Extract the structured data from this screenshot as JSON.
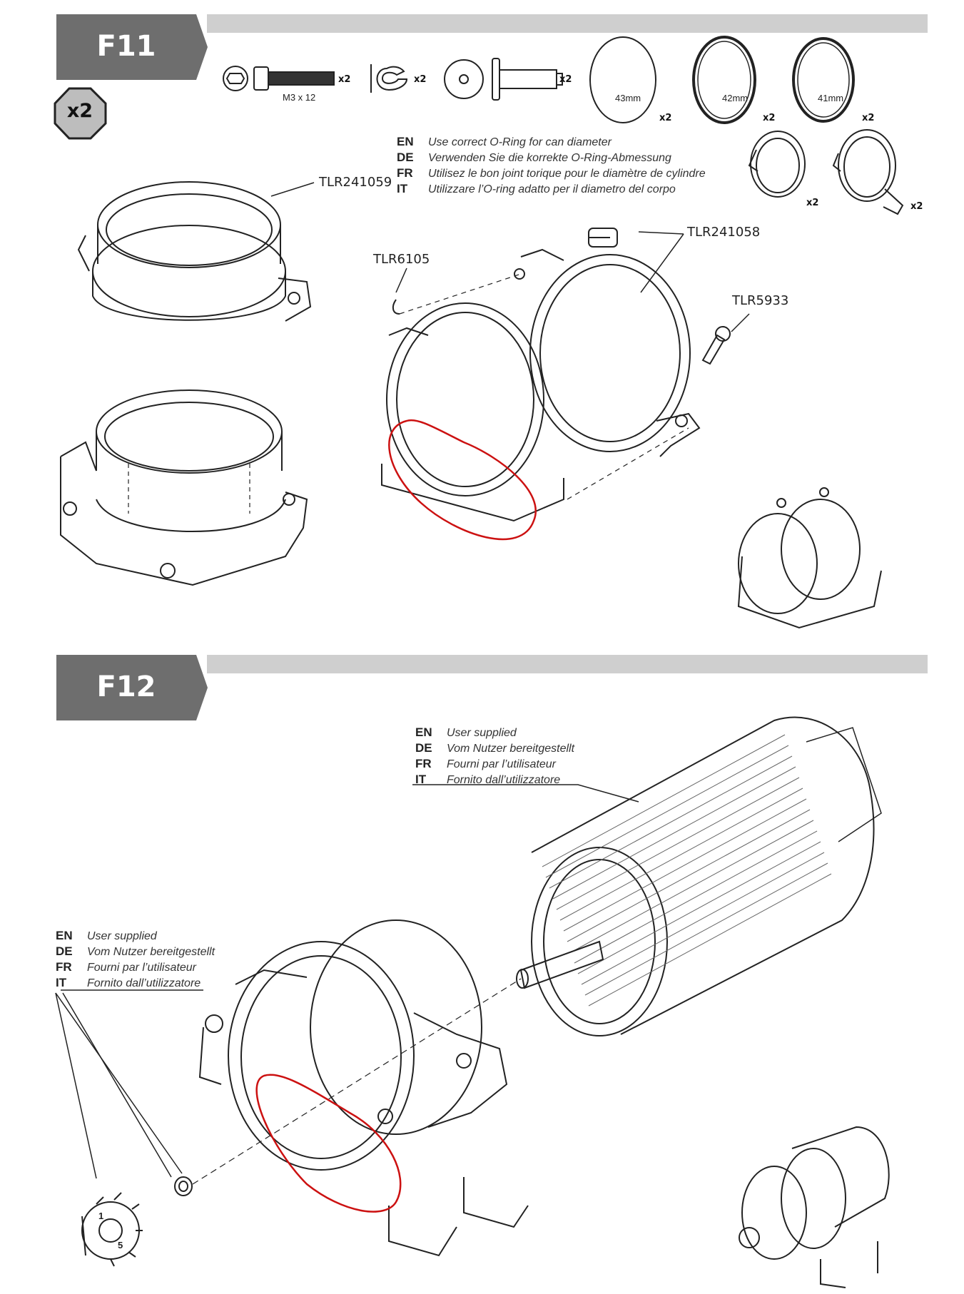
{
  "f11": {
    "step": "F11",
    "quantity_badge": "x2",
    "hardware": {
      "screw_size": "M3 x 12",
      "screw_qty": "x2",
      "clip_qty": "x2",
      "pin_qty": "x2"
    },
    "orings": [
      {
        "size": "43mm",
        "qty": "x2"
      },
      {
        "size": "42mm",
        "qty": "x2"
      },
      {
        "size": "41mm",
        "qty": "x2"
      }
    ],
    "ring_half_qty": "x2",
    "clamp_qty": "x2",
    "notes": [
      {
        "code": "EN",
        "text": "Use correct O-Ring for can diameter"
      },
      {
        "code": "DE",
        "text": "Verwenden Sie die korrekte O-Ring-Abmessung"
      },
      {
        "code": "FR",
        "text": "Utilisez le bon joint torique pour le diamètre de cylindre"
      },
      {
        "code": "IT",
        "text": "Utilizzare l’O-ring adatto per il diametro del corpo"
      }
    ],
    "part_labels": {
      "mount": "TLR241059",
      "clamp": "TLR241058",
      "clip": "TLR6105",
      "screw": "TLR5933"
    }
  },
  "f12": {
    "step": "F12",
    "motor_note": [
      {
        "code": "EN",
        "text": "User supplied"
      },
      {
        "code": "DE",
        "text": "Vom Nutzer bereitgestellt"
      },
      {
        "code": "FR",
        "text": "Fourni par l’utilisateur"
      },
      {
        "code": "IT",
        "text": "Fornito dall’utilizzatore"
      }
    ],
    "pinion_note": [
      {
        "code": "EN",
        "text": "User supplied"
      },
      {
        "code": "DE",
        "text": "Vom Nutzer bereitgestellt"
      },
      {
        "code": "FR",
        "text": "Fourni par l’utilisateur"
      },
      {
        "code": "IT",
        "text": "Fornito dall’utilizzatore"
      }
    ],
    "pinion_marks": [
      "1",
      "5"
    ]
  },
  "colors": {
    "header_box": "#6e6e6e",
    "header_band": "#cfcfcf",
    "line_art": "#222222",
    "highlight": "#cc1111"
  }
}
